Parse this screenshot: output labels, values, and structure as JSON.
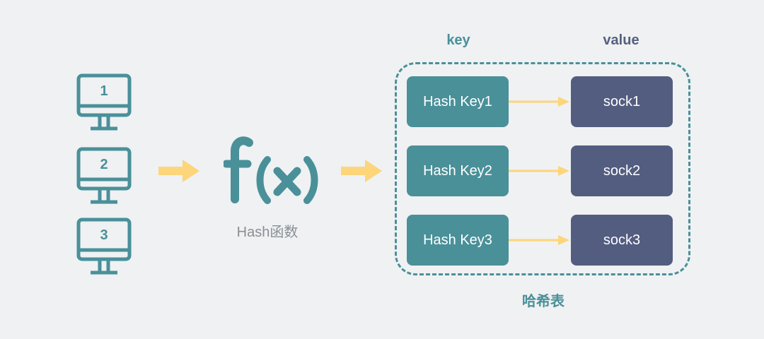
{
  "clients": [
    {
      "label": "1"
    },
    {
      "label": "2"
    },
    {
      "label": "3"
    }
  ],
  "hash_function": {
    "label": "Hash函数"
  },
  "hash_table": {
    "key_header": "key",
    "value_header": "value",
    "caption": "哈希表",
    "rows": [
      {
        "key": "Hash Key1",
        "value": "sock1"
      },
      {
        "key": "Hash Key2",
        "value": "sock2"
      },
      {
        "key": "Hash Key3",
        "value": "sock3"
      }
    ]
  },
  "colors": {
    "teal": "#4a9099",
    "slate": "#535d80",
    "arrow_yellow": "#fdd57a",
    "background": "#eff1f3",
    "label_gray": "#8a8f94"
  }
}
